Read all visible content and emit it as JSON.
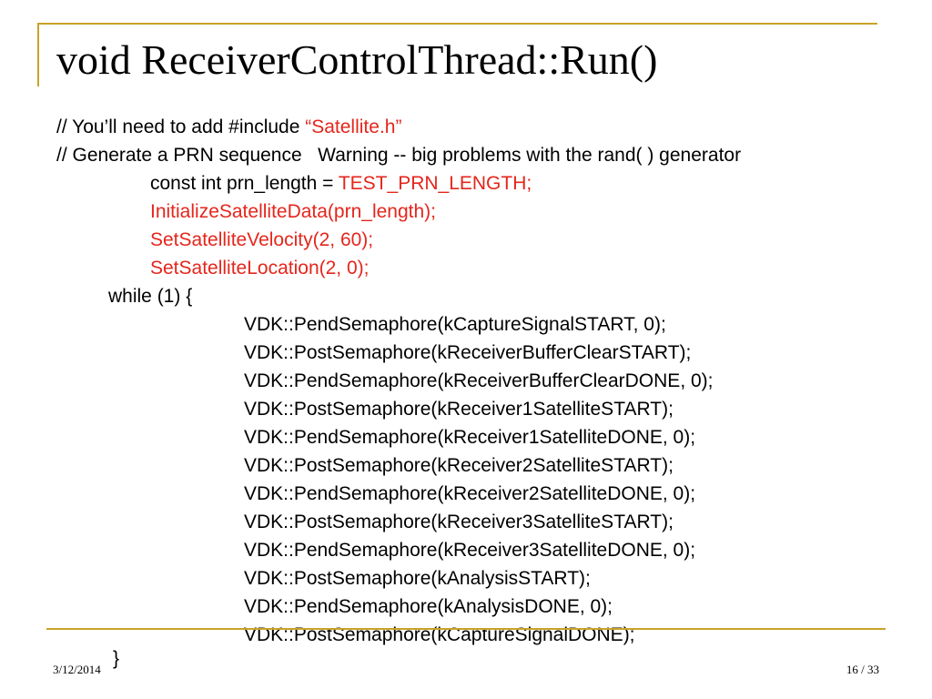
{
  "title": "void ReceiverControlThread::Run()",
  "code": [
    {
      "plain": "// You’ll need to add #include ",
      "red": "“Satellite.h”"
    },
    {
      "plain": "// Generate a PRN sequence   Warning -- big problems with the rand( ) generator"
    },
    {
      "plain": "const int prn_length = ",
      "red": "TEST_PRN_LENGTH;"
    },
    {
      "plain": "",
      "red": "InitializeSatelliteData(prn_length);"
    },
    {
      "plain": "",
      "red": "SetSatelliteVelocity(2, 60);"
    },
    {
      "plain": "",
      "red": "SetSatelliteLocation(2, 0);"
    },
    {
      "plain": "while (1) {"
    },
    {
      "plain": "VDK::PendSemaphore(kCaptureSignalSTART, 0);"
    },
    {
      "plain": "VDK::PostSemaphore(kReceiverBufferClearSTART);"
    },
    {
      "plain": "VDK::PendSemaphore(kReceiverBufferClearDONE, 0);"
    },
    {
      "plain": "VDK::PostSemaphore(kReceiver1SatelliteSTART);"
    },
    {
      "plain": "VDK::PendSemaphore(kReceiver1SatelliteDONE, 0);"
    },
    {
      "plain": "VDK::PostSemaphore(kReceiver2SatelliteSTART);"
    },
    {
      "plain": "VDK::PendSemaphore(kReceiver2SatelliteDONE, 0);"
    },
    {
      "plain": "VDK::PostSemaphore(kReceiver3SatelliteSTART);"
    },
    {
      "plain": "VDK::PendSemaphore(kReceiver3SatelliteDONE, 0);"
    },
    {
      "plain": "VDK::PostSemaphore(kAnalysisSTART);"
    },
    {
      "plain": "VDK::PendSemaphore(kAnalysisDONE, 0);"
    },
    {
      "plain": "VDK::PostSemaphore(kCaptureSignalDONE);"
    },
    {
      "plain": "}"
    }
  ],
  "footer": {
    "date": "3/12/2014",
    "page": "16 / 33"
  },
  "colors": {
    "accent": "#c9a227",
    "code_highlight": "#e4261c"
  }
}
